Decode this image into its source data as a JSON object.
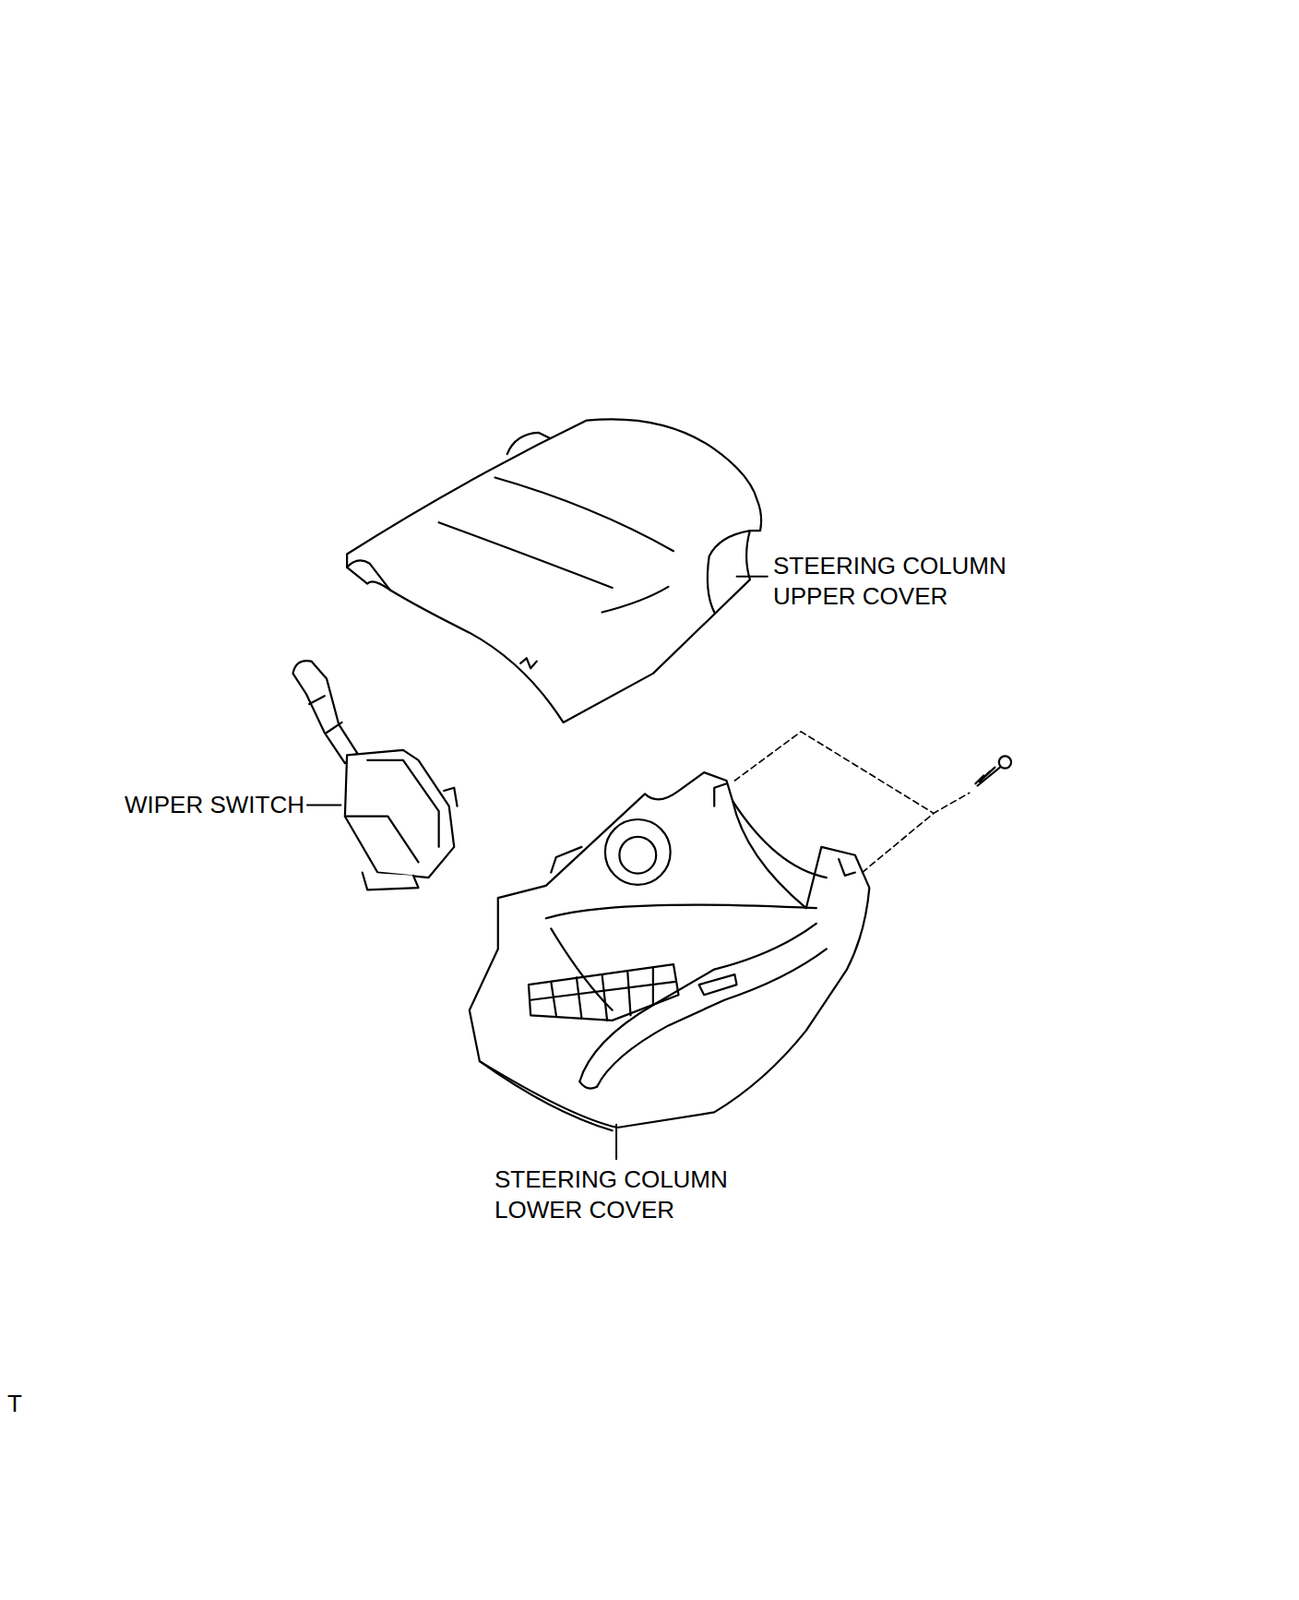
{
  "diagram": {
    "labels": [
      "STEERING COLUMN UPPER COVER",
      "WIPER SWITCH",
      "STEERING COLUMN LOWER COVER",
      "T"
    ]
  }
}
